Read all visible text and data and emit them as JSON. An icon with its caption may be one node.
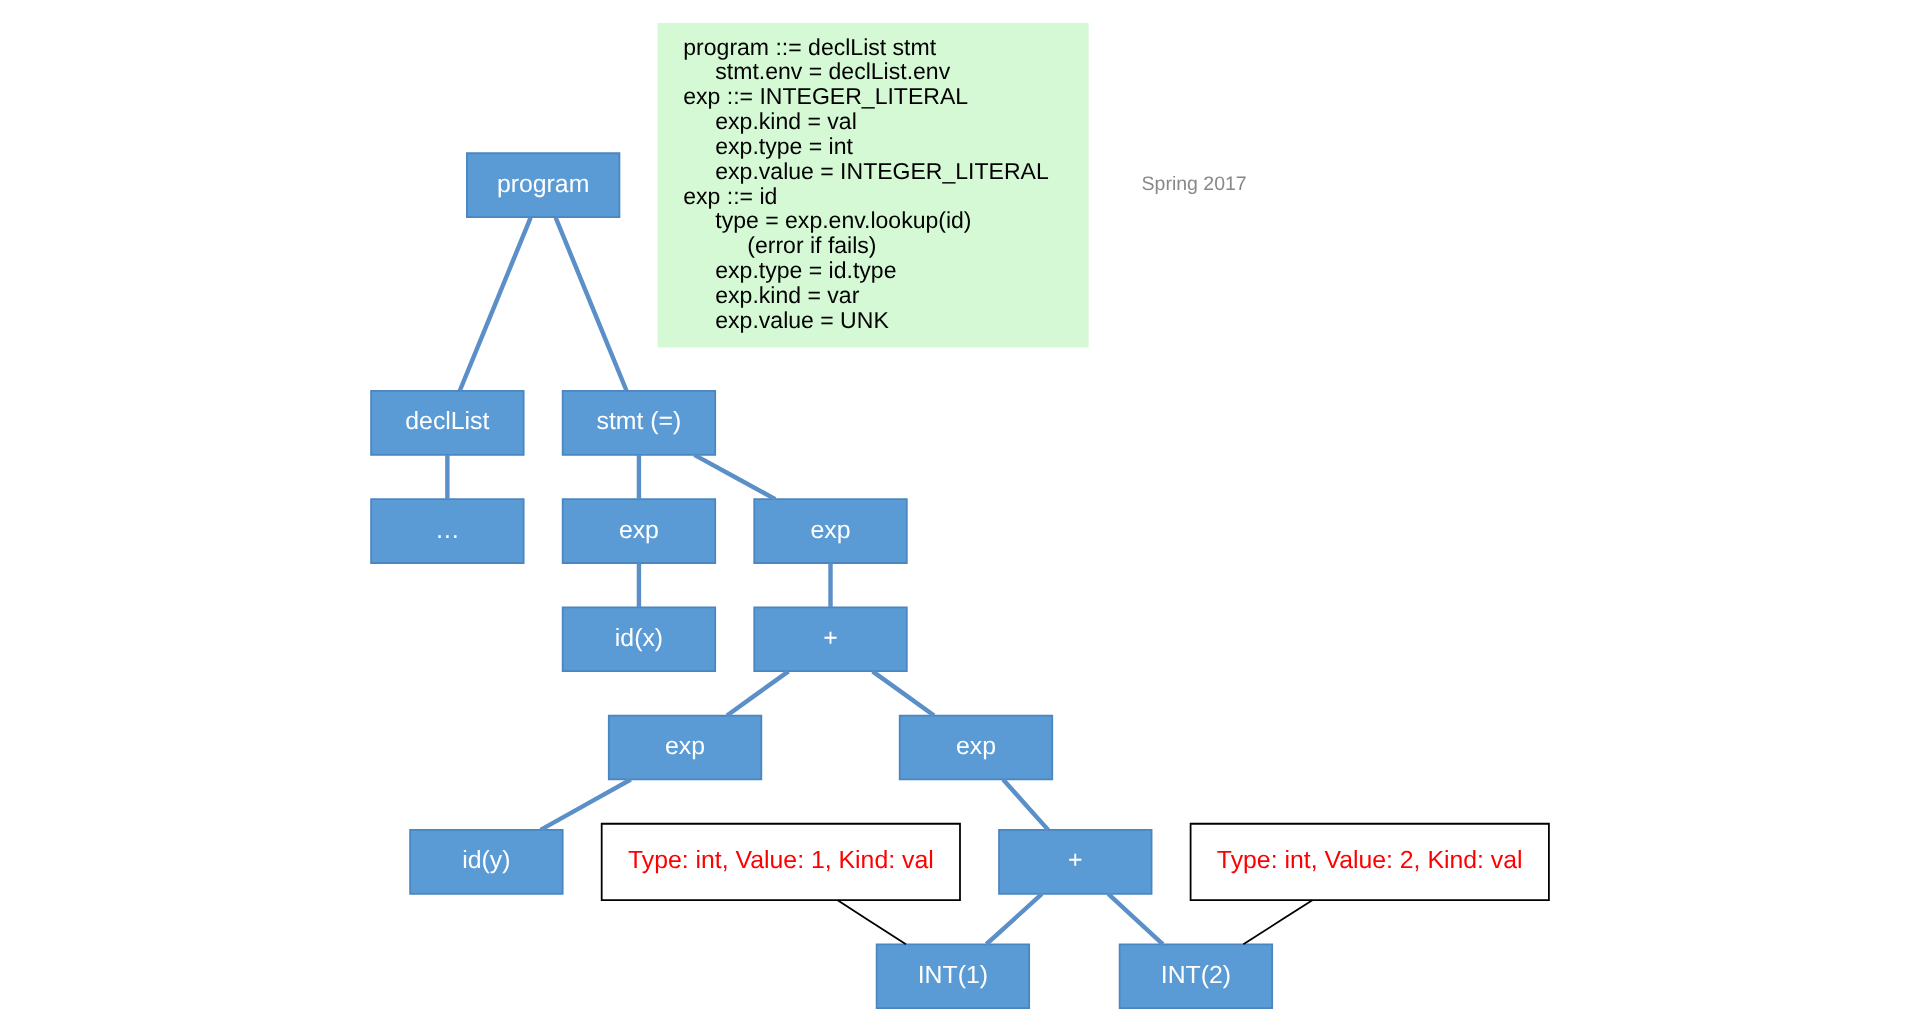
{
  "diagram": {
    "nodes": [
      {
        "text": [
          "program"
        ]
      },
      {
        "text": [
          "declList"
        ]
      },
      {
        "text": [
          "stmt (=)"
        ]
      },
      {
        "text": [
          "…"
        ]
      },
      {
        "text": [
          "exp"
        ]
      },
      {
        "text": [
          "exp"
        ]
      },
      {
        "text": [
          "id(x)"
        ]
      },
      {
        "text": [
          "+"
        ]
      },
      {
        "text": [
          "exp"
        ]
      },
      {
        "text": [
          "exp"
        ]
      },
      {
        "text": [
          "id(y)"
        ]
      },
      {
        "text": [
          "+"
        ]
      },
      {
        "text": [
          "INT(1)"
        ]
      },
      {
        "text": [
          "INT(2)"
        ]
      },
      {
        "text": [
          "Type: int, Value: 1, Kind: val"
        ]
      },
      {
        "text": [
          "Type: int, Value: 2, Kind: val"
        ]
      },
      {
        "text": [
          "program ::= declList stmt",
          "stmt.env = declList.env",
          "exp ::= INTEGER_LITERAL",
          "exp.kind = val",
          "exp.type = int",
          "exp.value = INTEGER_LITERAL",
          "exp ::= id",
          "type = exp.env.lookup(id)",
          "(error if fails)",
          "exp.type = id.type",
          "exp.kind = var",
          "exp.value = UNK"
        ]
      }
    ],
    "edges": [
      {
        "from": 0,
        "to": 1,
        "arrow": "none"
      },
      {
        "from": 0,
        "to": 2,
        "arrow": "none"
      },
      {
        "from": 1,
        "to": 3,
        "arrow": "none"
      },
      {
        "from": 2,
        "to": 4,
        "arrow": "none"
      },
      {
        "from": 2,
        "to": 5,
        "arrow": "none"
      },
      {
        "from": 4,
        "to": 6,
        "arrow": "none"
      },
      {
        "from": 5,
        "to": 7,
        "arrow": "none"
      },
      {
        "from": 7,
        "to": 8,
        "arrow": "none"
      },
      {
        "from": 7,
        "to": 9,
        "arrow": "none"
      },
      {
        "from": 8,
        "to": 10,
        "arrow": "none"
      },
      {
        "from": 9,
        "to": 11,
        "arrow": "none"
      },
      {
        "from": 11,
        "to": 12,
        "arrow": "none"
      },
      {
        "from": 11,
        "to": 13,
        "arrow": "none"
      },
      {
        "from": 14,
        "to": 12,
        "arrow": "none",
        "color": "#000000"
      },
      {
        "from": 15,
        "to": 13,
        "arrow": "none",
        "color": "#000000"
      }
    ],
    "labels": [
      "Spring 2017"
    ]
  }
}
